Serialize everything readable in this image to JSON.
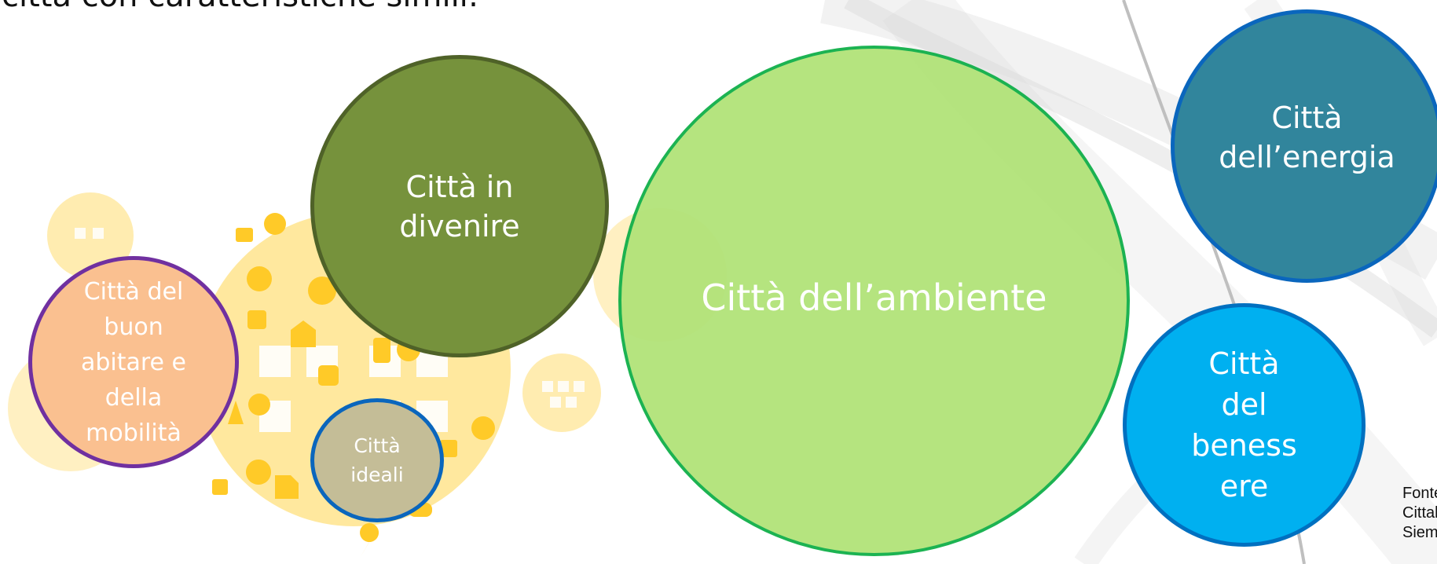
{
  "intro": {
    "line1": "",
    "line2": "città con caratteristiche simili:"
  },
  "bubbles": [
    {
      "key": "in-divenire",
      "label": "Città in divenire",
      "fill": "#76923C",
      "border": "#4F6228"
    },
    {
      "key": "ambiente",
      "label": "Città dell’ambiente",
      "fill": "#B2E37A",
      "border": "#13B04B"
    },
    {
      "key": "energia",
      "label": "Città dell’energia",
      "fill": "#31859C",
      "border": "#0A66BD"
    },
    {
      "key": "buon-abitare",
      "label": "Città del buon abitare e della mobilità",
      "fill": "#FAC090",
      "border": "#7030A0"
    },
    {
      "key": "ideali",
      "label": "Città ideali",
      "fill": "#C4BD97",
      "border": "#0A66BD"
    },
    {
      "key": "benessere",
      "label": "Città del benessere",
      "fill": "#00B0F0",
      "border": "#0070C0"
    }
  ],
  "source": {
    "line1": "Fonte:",
    "line2": "Cittalia",
    "line3": "Sieme"
  },
  "colors": {
    "decor_icons": "#FFD54F",
    "background_swoosh": "#D9D9D9"
  },
  "icons": [
    "globe-icon",
    "wifi-icon",
    "satellite-dish-icon",
    "tv-icon",
    "phone-icon",
    "thumbs-up-icon",
    "gamepad-icon",
    "megaphone-icon",
    "rss-icon",
    "location-pin-icon",
    "refresh-icon",
    "bird-icon",
    "shield-icon",
    "gear-icon"
  ]
}
